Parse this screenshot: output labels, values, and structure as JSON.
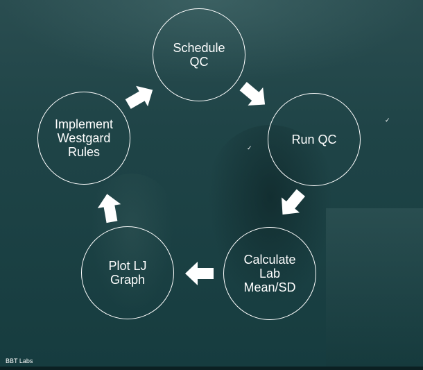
{
  "cycle": {
    "nodes": [
      {
        "label": "Schedule\nQC"
      },
      {
        "label": "Run QC"
      },
      {
        "label": "Calculate\nLab\nMean/SD"
      },
      {
        "label": "Plot LJ\nGraph"
      },
      {
        "label": "Implement\nWestgard\nRules"
      }
    ],
    "arrow_icon": "arrow-right-icon",
    "colors": {
      "stroke": "#ffffff",
      "text": "#ffffff",
      "background": "#1f4447"
    }
  },
  "footer": {
    "brand": "BBT Labs"
  },
  "decor": {
    "check_icon": "checkmark-icon"
  }
}
